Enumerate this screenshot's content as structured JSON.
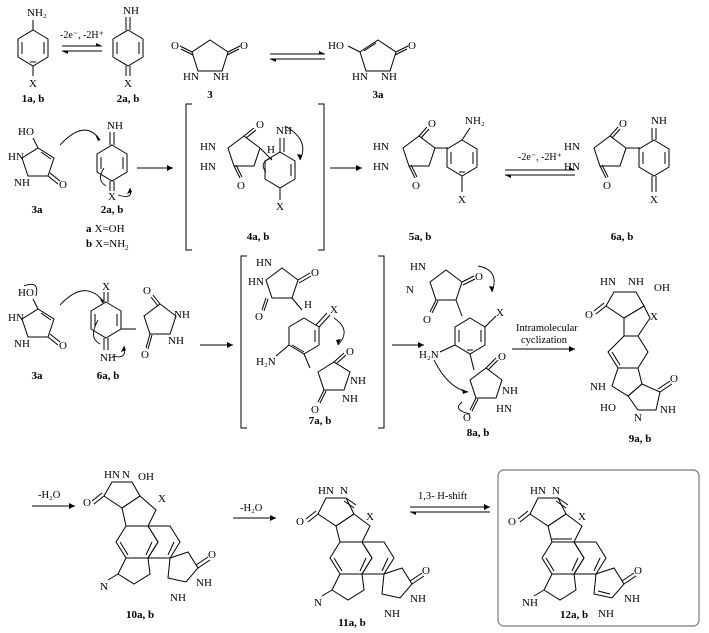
{
  "labels": {
    "c1": "1a, b",
    "c2": "2a, b",
    "c3": "3",
    "c3a": "3a",
    "c3a_r2": "3a",
    "c2_r2": "2a, b",
    "c4": "4a, b",
    "c5": "5a, b",
    "c6": "6a, b",
    "c3a_r3": "3a",
    "c6_r3": "6a, b",
    "c7": "7a, b",
    "c8": "8a, b",
    "c9": "9a, b",
    "c10": "10a, b",
    "c11": "11a, b",
    "c12": "12a, b"
  },
  "notes": {
    "a_letter": "a",
    "a_def": "X=OH",
    "b_letter": "b",
    "b_def": "X=NH",
    "b_sub": "2"
  },
  "conditions": {
    "oxidation_1": "-2e⁻, -2H⁺",
    "oxidation_2": "-2e⁻, -2H⁺",
    "cyclization_1": "Intramolecular",
    "cyclization_2": "cyclization",
    "dehydration_1": "-H₂O",
    "dehydration_2": "-H₂O",
    "hshift": "1,3- H-shift"
  },
  "atoms": {
    "NH2": "NH₂",
    "NH": "NH",
    "HN": "HN",
    "NH_imine": "NH",
    "N": "N",
    "X": "X",
    "O": "O",
    "HO": "HO",
    "OH": "OH",
    "H": "H",
    "H2N": "H₂N"
  },
  "colors": {
    "ink": "#000000",
    "box_border": "#777777"
  }
}
